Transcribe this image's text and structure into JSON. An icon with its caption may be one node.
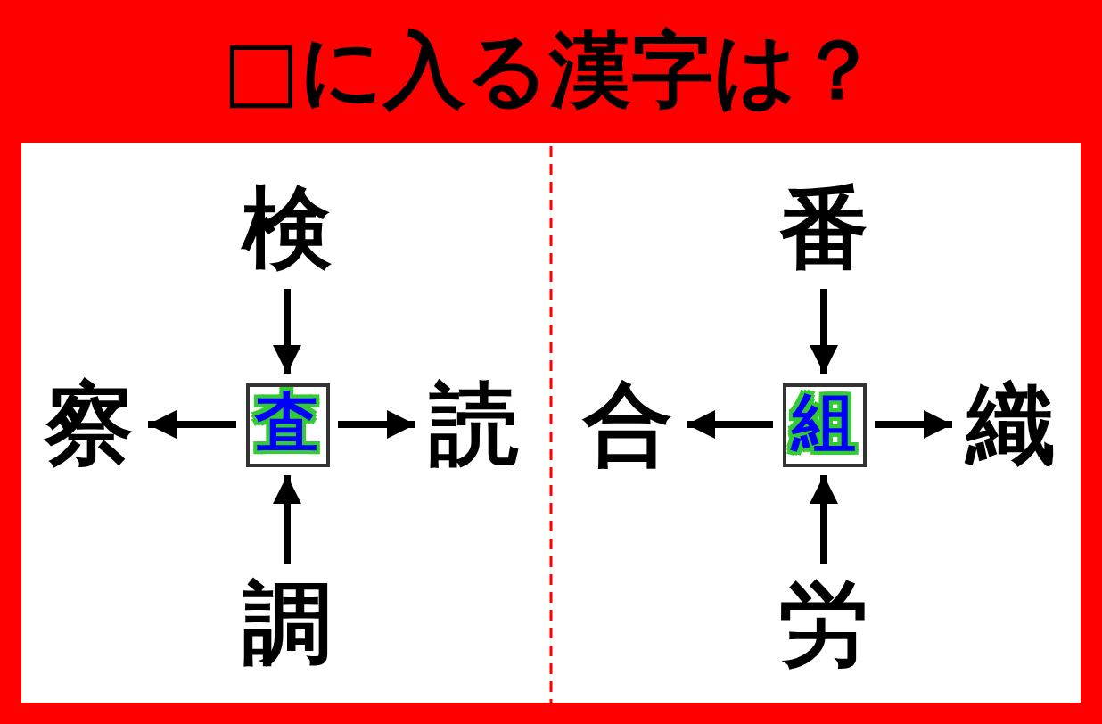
{
  "diagram": {
    "title": "□に入る漢字は？",
    "nodes": [
      {
        "text": [
          "検"
        ]
      },
      {
        "text": [
          "察"
        ]
      },
      {
        "text": [
          "査"
        ]
      },
      {
        "text": [
          "読"
        ]
      },
      {
        "text": [
          "調"
        ]
      },
      {
        "text": [
          "番"
        ]
      },
      {
        "text": [
          "合"
        ]
      },
      {
        "text": [
          "組"
        ]
      },
      {
        "text": [
          "織"
        ]
      },
      {
        "text": [
          "労"
        ]
      }
    ],
    "edges": [
      {
        "from": 0,
        "to": 2,
        "arrow": "to"
      },
      {
        "from": 2,
        "to": 1,
        "arrow": "to"
      },
      {
        "from": 2,
        "to": 3,
        "arrow": "to"
      },
      {
        "from": 4,
        "to": 2,
        "arrow": "to"
      },
      {
        "from": 5,
        "to": 7,
        "arrow": "to"
      },
      {
        "from": 7,
        "to": 6,
        "arrow": "to"
      },
      {
        "from": 7,
        "to": 8,
        "arrow": "to"
      },
      {
        "from": 9,
        "to": 7,
        "arrow": "to"
      }
    ]
  }
}
